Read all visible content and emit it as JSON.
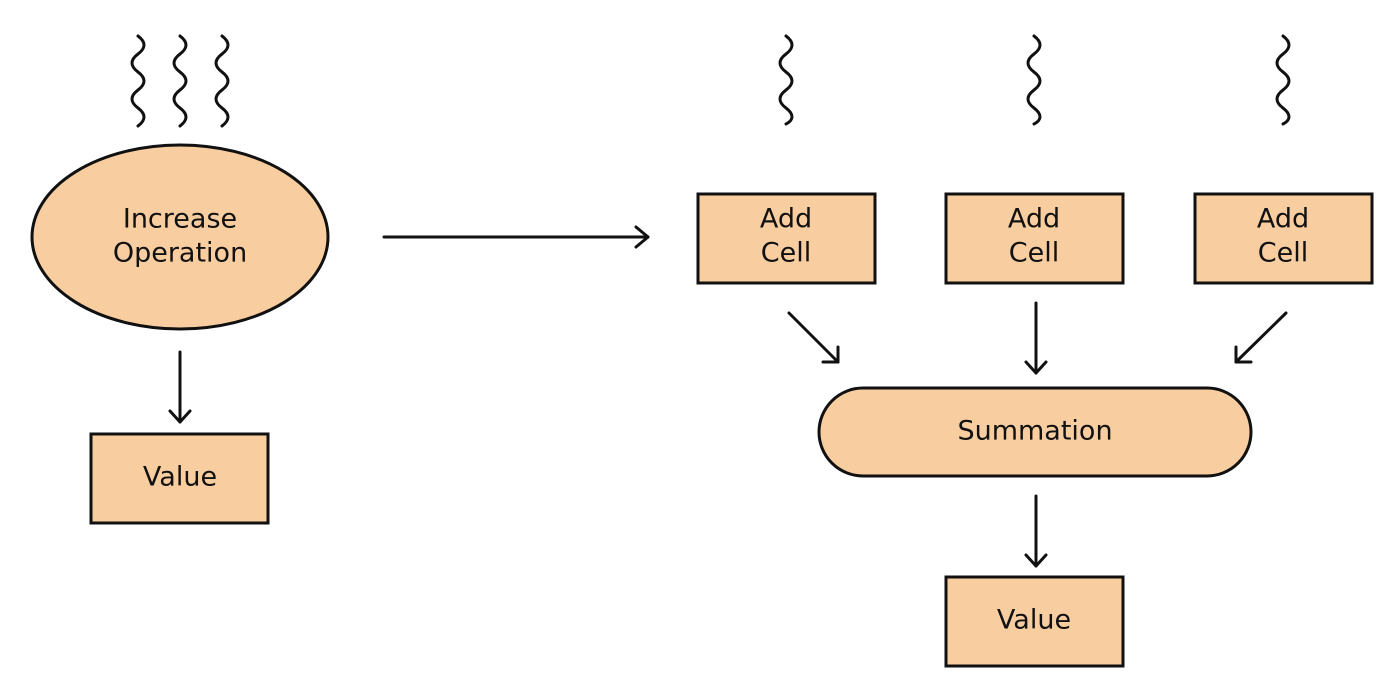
{
  "left_flow": {
    "operation_label_line1": "Increase",
    "operation_label_line2": "Operation",
    "value_label": "Value"
  },
  "right_flow": {
    "cells": [
      {
        "line1": "Add",
        "line2": "Cell"
      },
      {
        "line1": "Add",
        "line2": "Cell"
      },
      {
        "line1": "Add",
        "line2": "Cell"
      }
    ],
    "summation_label": "Summation",
    "value_label": "Value"
  },
  "colors": {
    "node_fill": "#f8cda0",
    "stroke": "#111111",
    "background": "#ffffff"
  }
}
